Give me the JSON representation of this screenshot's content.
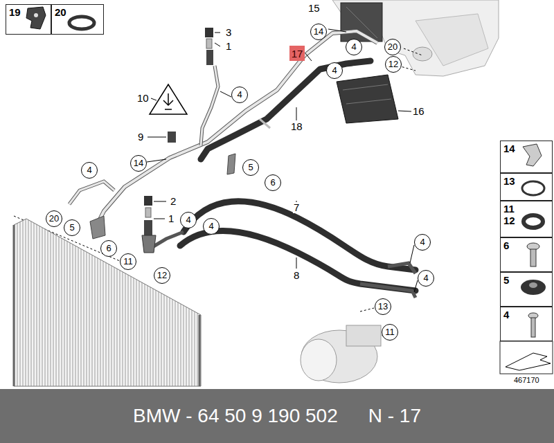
{
  "diagram": {
    "nodes": [
      {
        "text": [
          "19"
        ]
      },
      {
        "text": [
          "20"
        ]
      },
      {
        "text": [
          "14"
        ]
      },
      {
        "text": [
          "4"
        ]
      },
      {
        "text": [
          "20"
        ]
      },
      {
        "text": [
          "12"
        ]
      },
      {
        "text": [
          "4"
        ]
      },
      {
        "text": [
          "17"
        ]
      },
      {
        "text": [
          "4"
        ]
      },
      {
        "text": [
          "5"
        ]
      },
      {
        "text": [
          "6"
        ]
      },
      {
        "text": [
          "14"
        ]
      },
      {
        "text": [
          "4"
        ]
      },
      {
        "text": [
          "20"
        ]
      },
      {
        "text": [
          "5"
        ]
      },
      {
        "text": [
          "6"
        ]
      },
      {
        "text": [
          "4"
        ]
      },
      {
        "text": [
          "4"
        ]
      },
      {
        "text": [
          "11"
        ]
      },
      {
        "text": [
          "12"
        ]
      },
      {
        "text": [
          "4"
        ]
      },
      {
        "text": [
          "4"
        ]
      },
      {
        "text": [
          "13"
        ]
      },
      {
        "text": [
          "11"
        ]
      },
      {
        "text": [
          "14"
        ]
      },
      {
        "text": [
          "13"
        ]
      },
      {
        "text": [
          "11",
          "12"
        ]
      },
      {
        "text": [
          "6"
        ]
      },
      {
        "text": [
          "5"
        ]
      },
      {
        "text": [
          "4"
        ]
      },
      {
        "text": [
          "BMW - 64 50 9 190 502",
          "N - 17"
        ]
      }
    ],
    "labels": [
      "15",
      "3",
      "1",
      "18",
      "16",
      "10",
      "9",
      "2",
      "1",
      "7",
      "8",
      "467170"
    ]
  }
}
